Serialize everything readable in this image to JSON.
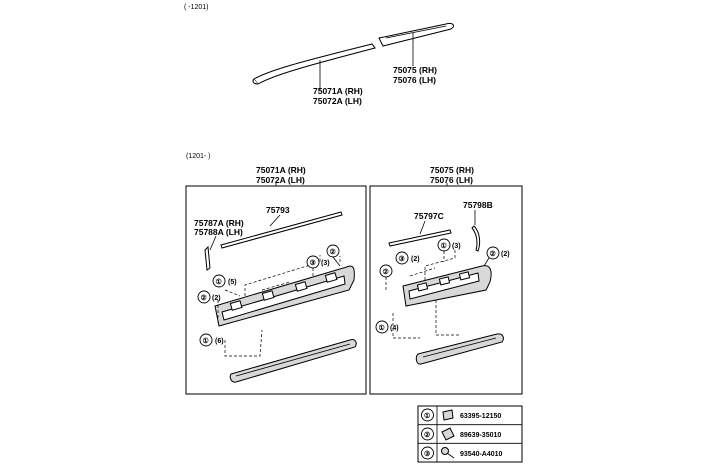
{
  "section_top": {
    "range_label": "(     -1201)",
    "part_a": {
      "line1": "75071A (RH)",
      "line2": "75072A (LH)"
    },
    "part_b": {
      "line1": "75075 (RH)",
      "line2": "75076 (LH)"
    }
  },
  "section_bottom": {
    "range_label": "(1201-     )",
    "left_panel": {
      "header_line1": "75071A (RH)",
      "header_line2": "75072A (LH)",
      "label_75793": "75793",
      "label_bracket_line1": "75787A (RH)",
      "label_bracket_line2": "75788A (LH)",
      "callouts": [
        {
          "num": "②",
          "qty": ""
        },
        {
          "num": "③",
          "qty": "(3)"
        },
        {
          "num": "①",
          "qty": "(5)"
        },
        {
          "num": "②",
          "qty": "(2)"
        },
        {
          "num": "①",
          "qty": "(6)"
        }
      ]
    },
    "right_panel": {
      "header_line1": "75075 (RH)",
      "header_line2": "75076 (LH)",
      "label_75797c": "75797C",
      "label_75798b": "75798B",
      "callouts": [
        {
          "num": "①",
          "qty": "(3)"
        },
        {
          "num": "③",
          "qty": "(2)"
        },
        {
          "num": "②",
          "qty": ""
        },
        {
          "num": "②",
          "qty": "(2)"
        },
        {
          "num": "①",
          "qty": "(4)"
        }
      ]
    }
  },
  "legend": [
    {
      "num": "①",
      "part_no": "63395-12150"
    },
    {
      "num": "②",
      "part_no": "89639-35010"
    },
    {
      "num": "③",
      "part_no": "93540-A4010"
    }
  ]
}
